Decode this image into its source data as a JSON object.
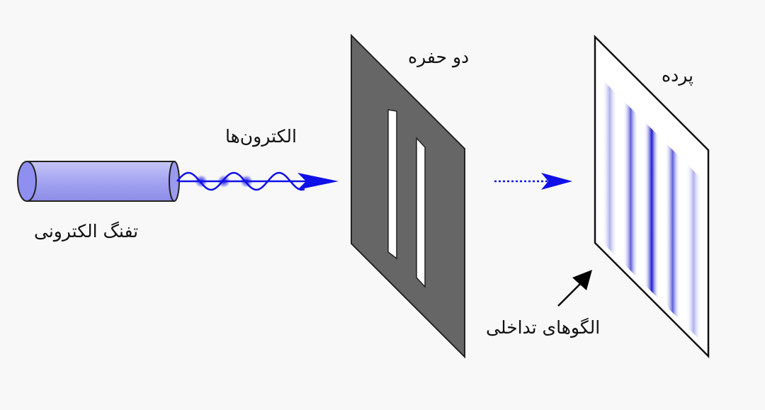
{
  "labels": {
    "electron_gun": "تفنگ الکترونی",
    "electrons": "الکترون‌ها",
    "double_slit": "دو حفره",
    "screen": "پرده",
    "interference_pattern": "الگوهای تداخلی"
  },
  "colors": {
    "gun_body": "#a7a7f2",
    "gun_end": "#8f8ff0",
    "wave": "#1010e8",
    "barrier": "#666666",
    "fringe": "#1a1acc",
    "screen": "#ffffff",
    "pointer": "#000000"
  },
  "fringes": {
    "count": 5,
    "intensities": [
      0.35,
      0.7,
      1.0,
      0.7,
      0.35
    ]
  }
}
